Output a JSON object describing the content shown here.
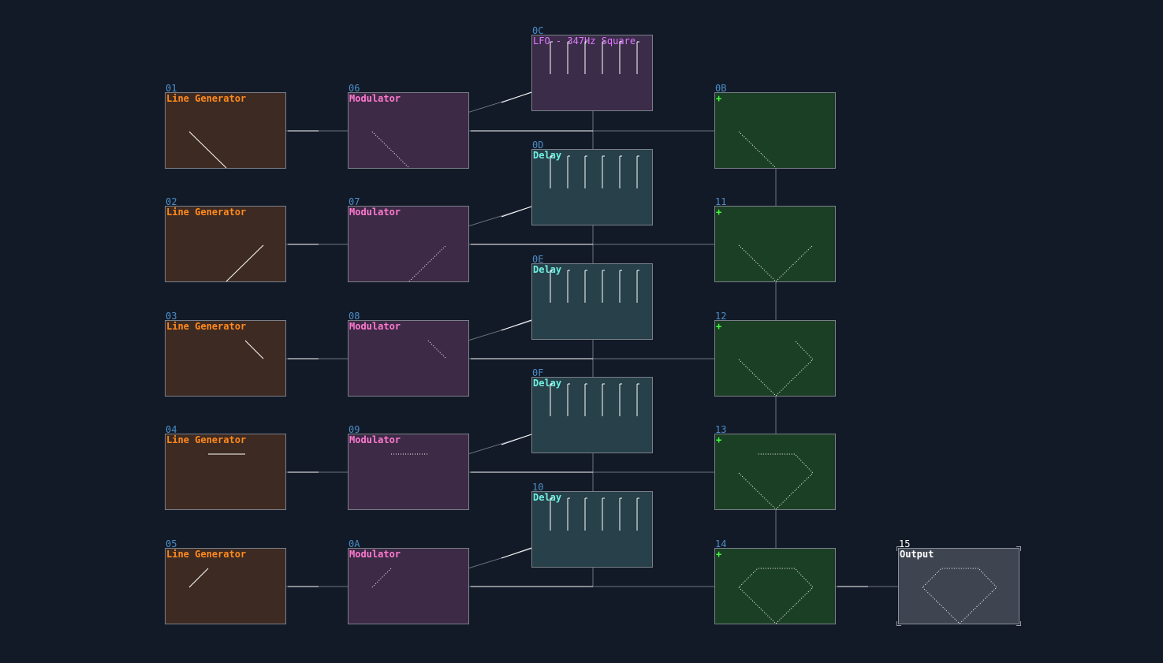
{
  "colors": {
    "background": "#131a27",
    "line_generator": "#ff8a1e",
    "modulator": "#ff7ad0",
    "lfo": "#e07aff",
    "delay": "#6ff0e0",
    "add": "#40ff40",
    "node_id": "#4a8ec9"
  },
  "nodes": {
    "n01": {
      "id": "01",
      "title": "Line Generator"
    },
    "n02": {
      "id": "02",
      "title": "Line Generator"
    },
    "n03": {
      "id": "03",
      "title": "Line Generator"
    },
    "n04": {
      "id": "04",
      "title": "Line Generator"
    },
    "n05": {
      "id": "05",
      "title": "Line Generator"
    },
    "n06": {
      "id": "06",
      "title": "Modulator"
    },
    "n07": {
      "id": "07",
      "title": "Modulator"
    },
    "n08": {
      "id": "08",
      "title": "Modulator"
    },
    "n09": {
      "id": "09",
      "title": "Modulator"
    },
    "n0a": {
      "id": "0A",
      "title": "Modulator"
    },
    "n0c": {
      "id": "0C",
      "title": "LFO - 347Hz Square"
    },
    "n0d": {
      "id": "0D",
      "title": "Delay"
    },
    "n0e": {
      "id": "0E",
      "title": "Delay"
    },
    "n0f": {
      "id": "0F",
      "title": "Delay"
    },
    "n10": {
      "id": "10",
      "title": "Delay"
    },
    "n0b": {
      "id": "0B",
      "title": "+"
    },
    "n11": {
      "id": "11",
      "title": "+"
    },
    "n12": {
      "id": "12",
      "title": "+"
    },
    "n13": {
      "id": "13",
      "title": "+"
    },
    "n14": {
      "id": "14",
      "title": "+"
    },
    "n15": {
      "id": "15",
      "title": "Output"
    }
  }
}
